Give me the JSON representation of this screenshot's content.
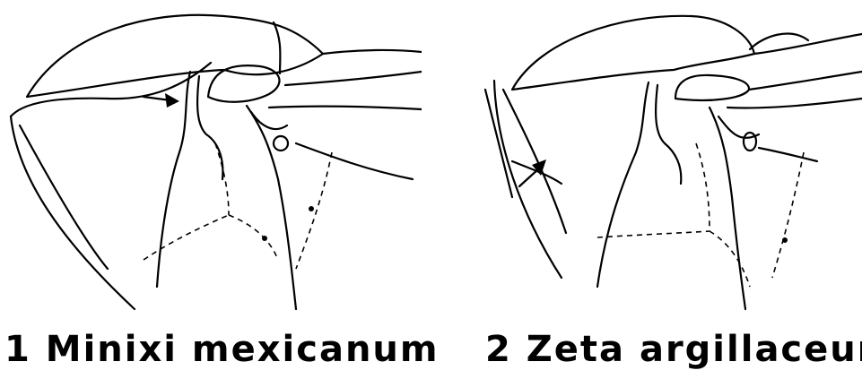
{
  "figures": [
    {
      "number": "1",
      "caption": "Minixi mexicanum"
    },
    {
      "number": "2",
      "caption": "Zeta argillaceum"
    }
  ],
  "colors": {
    "line": "#000000",
    "background": "#ffffff"
  }
}
